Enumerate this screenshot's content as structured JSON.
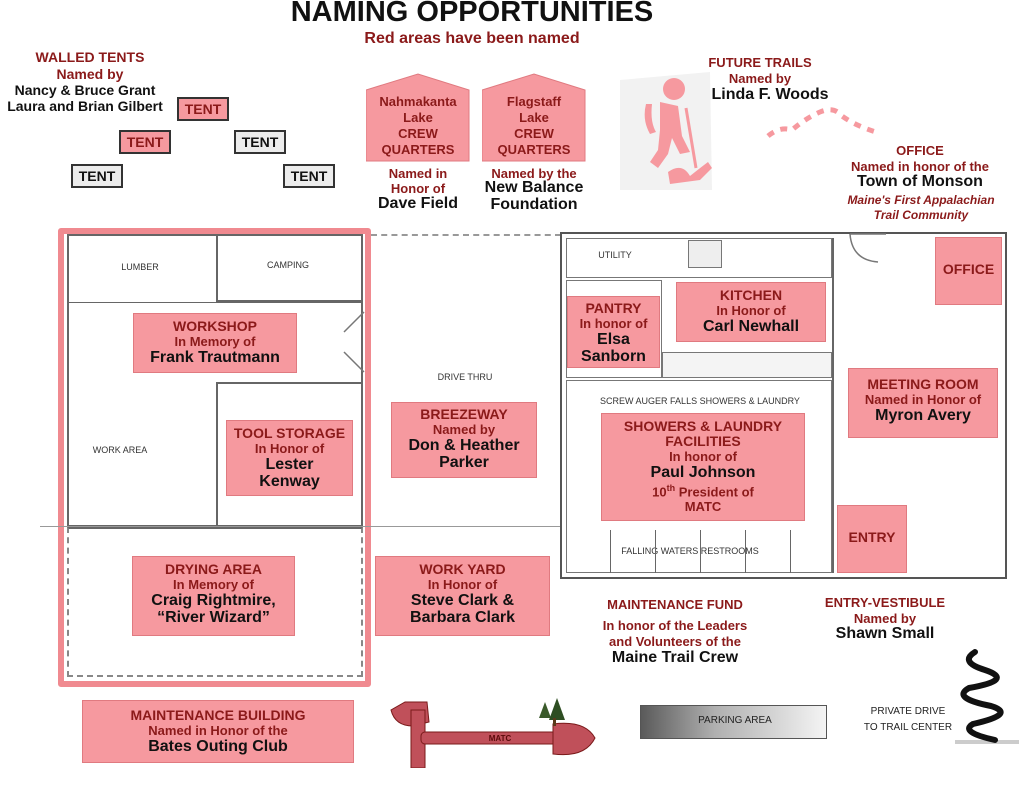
{
  "title": "NAMING OPPORTUNITIES",
  "subtitle": "Red areas have been named",
  "walled_tents": {
    "heading": "WALLED TENTS",
    "named_by": "Named by",
    "donor1": "Nancy & Bruce Grant",
    "donor2": "Laura and Brian Gilbert",
    "tent_label": "TENT"
  },
  "nahmakanta": {
    "lines": [
      "Nahmakanta",
      "Lake",
      "CREW",
      "QUARTERS"
    ],
    "named": "Named in",
    "honor": "Honor of",
    "donor": "Dave Field"
  },
  "flagstaff": {
    "lines": [
      "Flagstaff",
      "Lake",
      "CREW",
      "QUARTERS"
    ],
    "named": "Named by the",
    "donor1": "New Balance",
    "donor2": "Foundation"
  },
  "future_trails": {
    "heading": "FUTURE TRAILS",
    "named_by": "Named by",
    "donor": "Linda F. Woods"
  },
  "office_note": {
    "heading": "OFFICE",
    "named": "Named in honor of the",
    "donor": "Town of Monson",
    "note1": "Maine's First Appalachian",
    "note2": "Trail Community"
  },
  "plan_labels": {
    "lumber": "LUMBER",
    "camping": "CAMPING",
    "work_area": "WORK AREA",
    "drive_thru": "DRIVE THRU",
    "utility": "UTILITY",
    "screw_auger": "SCREW AUGER FALLS SHOWERS & LAUNDRY",
    "falling_waters": "FALLING WATERS RESTROOMS"
  },
  "rooms": {
    "workshop": {
      "hd": "WORKSHOP",
      "sub": "In Memory of",
      "nm": "Frank Trautmann"
    },
    "tool_storage": {
      "hd": "TOOL STORAGE",
      "sub": "In Honor of",
      "nm1": "Lester",
      "nm2": "Kenway"
    },
    "drying_area": {
      "hd": "DRYING AREA",
      "sub": "In Memory of",
      "nm1": "Craig Rightmire,",
      "nm2": "“River Wizard”"
    },
    "breezeway": {
      "hd": "BREEZEWAY",
      "sub": "Named by",
      "nm1": "Don & Heather",
      "nm2": "Parker"
    },
    "work_yard": {
      "hd": "WORK YARD",
      "sub": "In Honor of",
      "nm1": "Steve Clark &",
      "nm2": "Barbara Clark"
    },
    "pantry": {
      "hd": "PANTRY",
      "sub": "In honor of",
      "nm1": "Elsa",
      "nm2": "Sanborn"
    },
    "kitchen": {
      "hd": "KITCHEN",
      "sub": "In Honor of",
      "nm": "Carl Newhall"
    },
    "office": {
      "hd": "OFFICE"
    },
    "meeting_room": {
      "hd": "MEETING ROOM",
      "sub": "Named in Honor of",
      "nm": "Myron Avery"
    },
    "showers": {
      "hd1": "SHOWERS & LAUNDRY",
      "hd2": "FACILITIES",
      "sub": "In honor of",
      "nm": "Paul Johnson",
      "pres_num": "10",
      "pres_sup": "th",
      "pres_rest": " President of",
      "org": "MATC"
    },
    "entry": {
      "hd": "ENTRY"
    },
    "maintenance_building": {
      "hd": "MAINTENANCE BUILDING",
      "sub": "Named in Honor of the",
      "nm": "Bates Outing Club"
    }
  },
  "maintenance_fund": {
    "heading": "MAINTENANCE FUND",
    "line1": "In honor of the Leaders",
    "line2": "and Volunteers of the",
    "donor": "Maine Trail Crew"
  },
  "entry_vestibule": {
    "heading": "ENTRY-VESTIBULE",
    "named_by": "Named by",
    "donor": "Shawn Small"
  },
  "parking": {
    "label": "PARKING AREA"
  },
  "private_drive": {
    "line1": "PRIVATE DRIVE",
    "line2": "TO TRAIL CENTER"
  },
  "logo_text": "MATC",
  "colors": {
    "pink": "#f6999f",
    "maroon": "#8b1a1a",
    "border_pink": "#f08a90"
  }
}
